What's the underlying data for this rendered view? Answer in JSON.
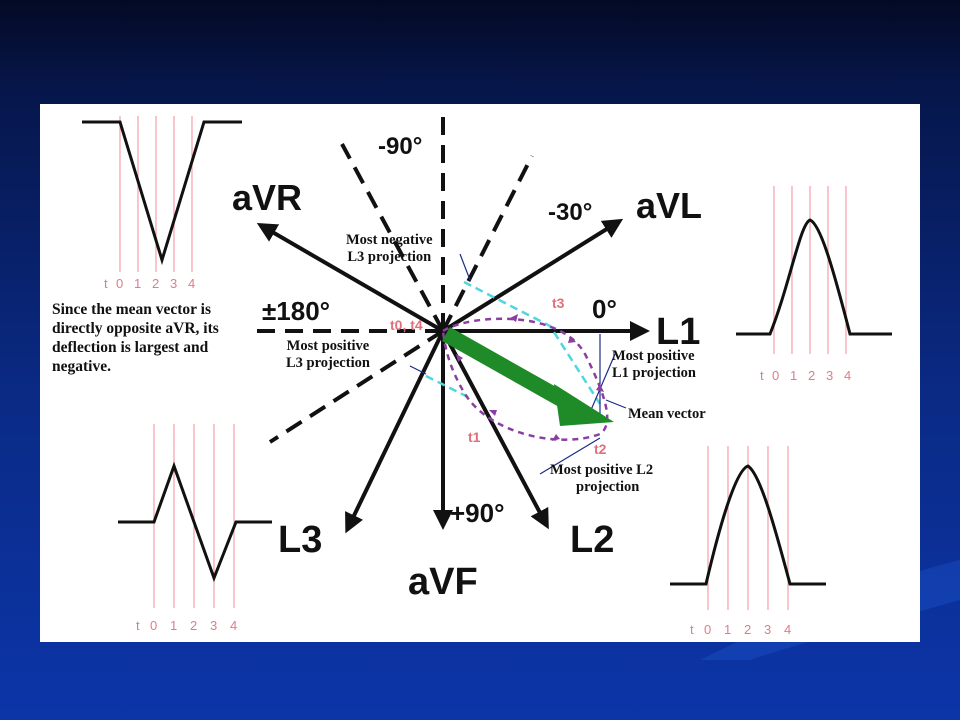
{
  "leads": {
    "avr": "aVR",
    "avl": "aVL",
    "l1": "L1",
    "l2": "L2",
    "l3": "L3",
    "avf": "aVF"
  },
  "angles": {
    "minus90": "-90°",
    "minus30": "-30°",
    "zero": "0°",
    "plus90": "+90°",
    "pm180": "±180°"
  },
  "time_labels": {
    "t0t4": "t0, t4",
    "t1": "t1",
    "t2": "t2",
    "t3": "t3"
  },
  "tick_axis": [
    "t",
    "0",
    "1",
    "2",
    "3",
    "4"
  ],
  "annotations": {
    "explain": "Since the mean vector is directly opposite aVR, its deflection is largest and negative.",
    "most_negative_l3": [
      "Most negative",
      "L3 projection"
    ],
    "most_positive_l3": [
      "Most positive",
      "L3 projection"
    ],
    "most_positive_l1": [
      "Most positive",
      "L1 projection"
    ],
    "mean_vector": "Mean vector",
    "most_positive_l2": [
      "Most positive L2",
      "projection"
    ]
  },
  "colors": {
    "axis": "#111111",
    "mean_vector": "#1e8a28",
    "loop": "#8a3fa0",
    "projection": "#4fd6e0",
    "gridline": "#f2a0a8",
    "time_label": "#e0707a"
  }
}
